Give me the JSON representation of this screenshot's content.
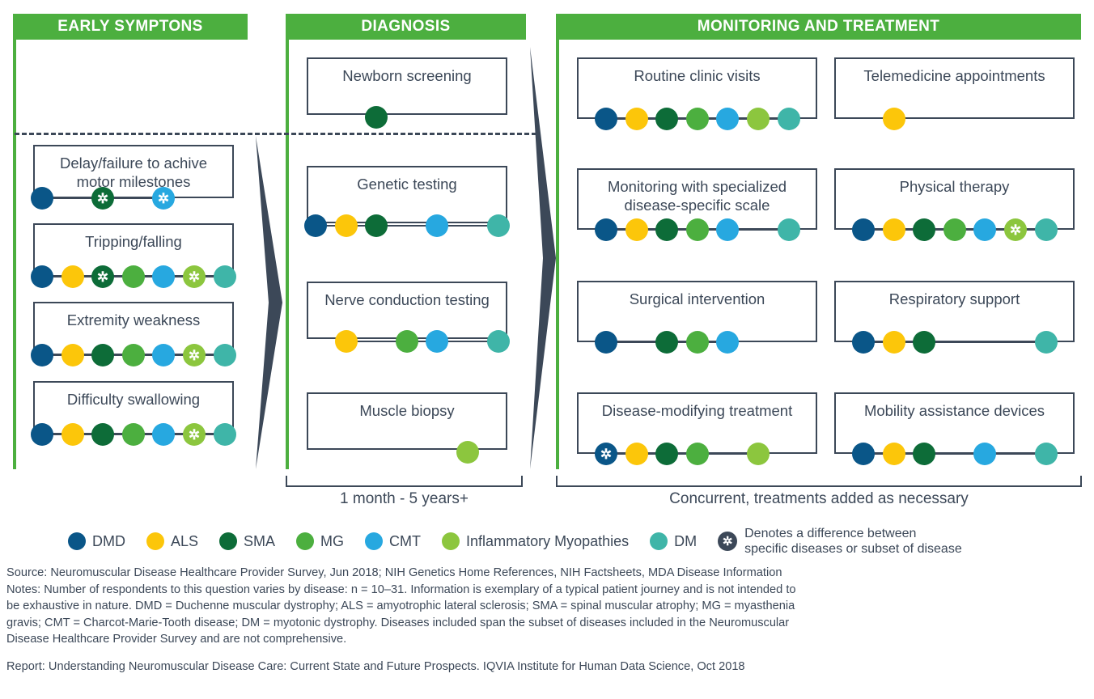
{
  "palette": {
    "DMD": "#0a5688",
    "ALS": "#fcc60a",
    "SMA": "#0d6c38",
    "MG": "#4caf3f",
    "CMT": "#27a8e0",
    "IM": "#8cc63e",
    "DM": "#3fb5a8",
    "green_bar": "#4caf3f",
    "navy": "#3c4858"
  },
  "headers": {
    "early": "EARLY SYMPTONS",
    "diagnosis": "DIAGNOSIS",
    "monitoring": "MONITORING AND TREATMENT"
  },
  "columns": {
    "early": {
      "items": [
        {
          "label": "Delay/failure to achive motor milestones",
          "dots": [
            "DMD",
            "",
            "SMA*",
            "",
            "CMT*",
            "",
            ""
          ]
        },
        {
          "label": "Tripping/falling",
          "dots": [
            "DMD",
            "ALS",
            "SMA*",
            "MG",
            "CMT",
            "IM*",
            "DM"
          ]
        },
        {
          "label": "Extremity weakness",
          "dots": [
            "DMD",
            "ALS",
            "SMA",
            "MG",
            "CMT",
            "IM*",
            "DM"
          ]
        },
        {
          "label": "Difficulty swallowing",
          "dots": [
            "DMD",
            "ALS",
            "SMA",
            "MG",
            "CMT",
            "IM*",
            "DM"
          ]
        }
      ]
    },
    "diagnosis": {
      "items": [
        {
          "label": "Newborn screening",
          "dots": [
            "",
            "",
            "SMA",
            "",
            "",
            "",
            ""
          ]
        },
        {
          "label": "Genetic testing",
          "dots": [
            "DMD",
            "ALS",
            "SMA",
            "",
            "CMT",
            "",
            "DM"
          ]
        },
        {
          "label": "Nerve conduction testing",
          "dots": [
            "",
            "ALS",
            "",
            "MG",
            "CMT",
            "",
            "DM"
          ]
        },
        {
          "label": "Muscle biopsy",
          "dots": [
            "",
            "",
            "",
            "",
            "",
            "IM",
            ""
          ]
        }
      ]
    },
    "monitoring_left": {
      "items": [
        {
          "label": "Routine clinic visits",
          "dots": [
            "DMD",
            "ALS",
            "SMA",
            "MG",
            "CMT",
            "IM",
            "DM"
          ]
        },
        {
          "label": "Monitoring with specialized disease-specific scale",
          "dots": [
            "DMD",
            "ALS",
            "SMA",
            "MG",
            "CMT",
            "",
            "DM"
          ]
        },
        {
          "label": "Surgical intervention",
          "dots": [
            "DMD",
            "",
            "SMA",
            "MG",
            "CMT",
            "",
            ""
          ]
        },
        {
          "label": "Disease-modifying treatment",
          "dots": [
            "DMD*",
            "ALS",
            "SMA",
            "MG",
            "",
            "IM",
            ""
          ]
        }
      ]
    },
    "monitoring_right": {
      "items": [
        {
          "label": "Telemedicine appointments",
          "dots": [
            "",
            "ALS",
            "",
            "",
            "",
            "",
            ""
          ]
        },
        {
          "label": "Physical therapy",
          "dots": [
            "DMD",
            "ALS",
            "SMA",
            "MG",
            "CMT",
            "IM*",
            "DM"
          ]
        },
        {
          "label": "Respiratory support",
          "dots": [
            "DMD",
            "ALS",
            "SMA",
            "",
            "",
            "",
            "DM"
          ]
        },
        {
          "label": "Mobility assistance devices",
          "dots": [
            "DMD",
            "ALS",
            "SMA",
            "",
            "CMT",
            "",
            "DM"
          ]
        }
      ]
    }
  },
  "brackets": {
    "diagnosis_label": "1 month - 5 years+",
    "monitoring_label": "Concurrent, treatments added as necessary"
  },
  "legend": {
    "items": [
      {
        "key": "DMD",
        "label": "DMD"
      },
      {
        "key": "ALS",
        "label": "ALS"
      },
      {
        "key": "SMA",
        "label": "SMA"
      },
      {
        "key": "MG",
        "label": "MG"
      },
      {
        "key": "CMT",
        "label": "CMT"
      },
      {
        "key": "IM",
        "label": "Inflammatory Myopathies"
      },
      {
        "key": "DM",
        "label": "DM"
      }
    ],
    "asterisk_symbol": "✲",
    "asterisk_line1": "Denotes a difference between",
    "asterisk_line2": "specific diseases or subset of disease"
  },
  "footnotes": {
    "source": "Source: Neuromuscular Disease Healthcare Provider Survey, Jun 2018; NIH Genetics Home References, NIH Factsheets, MDA Disease Information",
    "notes_line1": "Notes: Number of respondents to this question varies by disease: n = 10–31. Information is exemplary of a typical patient journey and is not intended to",
    "notes_line2": "be exhaustive in nature. DMD = Duchenne muscular dystrophy; ALS = amyotrophic lateral sclerosis; SMA = spinal muscular atrophy; MG = myasthenia",
    "notes_line3": "gravis; CMT = Charcot-Marie-Tooth disease; DM = myotonic dystrophy. Diseases included span the subset of diseases included in the Neuromuscular",
    "notes_line4": "Disease Healthcare Provider Survey and are not comprehensive.",
    "report": "Report: Understanding Neuromuscular Disease Care: Current State and Future Prospects. IQVIA Institute for Human Data Science, Oct 2018"
  }
}
